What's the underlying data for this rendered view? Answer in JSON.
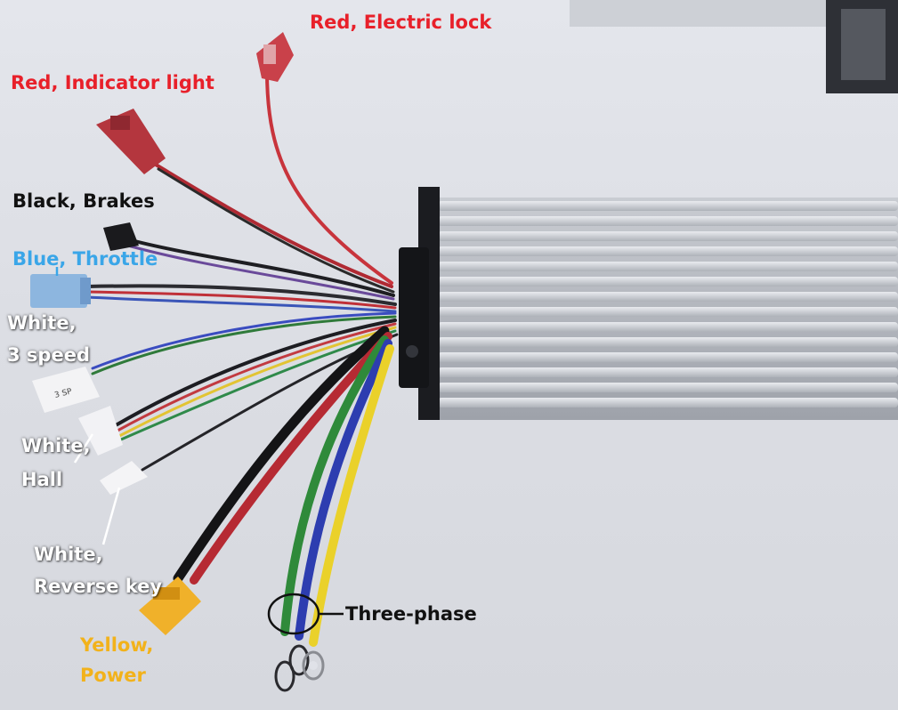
{
  "colors": {
    "red_label": "#e8202a",
    "black_label": "#111111",
    "blue_label": "#3aa6e8",
    "white_label": "#ffffff",
    "yellow_label": "#f2b21b"
  },
  "labels": {
    "electric_lock": "Red, Electric lock",
    "indicator_light": "Red, Indicator light",
    "brakes": "Black, Brakes",
    "throttle": "Blue, Throttle",
    "three_speed_line1": "White,",
    "three_speed_line2": "3 speed",
    "hall_line1": "White,",
    "hall_line2": "Hall",
    "reverse_line1": "White,",
    "reverse_line2": "Reverse key",
    "power_line1": "Yellow,",
    "power_line2": "Power",
    "three_phase": "Three-phase"
  },
  "connector_text": {
    "three_speed_tag": "3 SP"
  }
}
